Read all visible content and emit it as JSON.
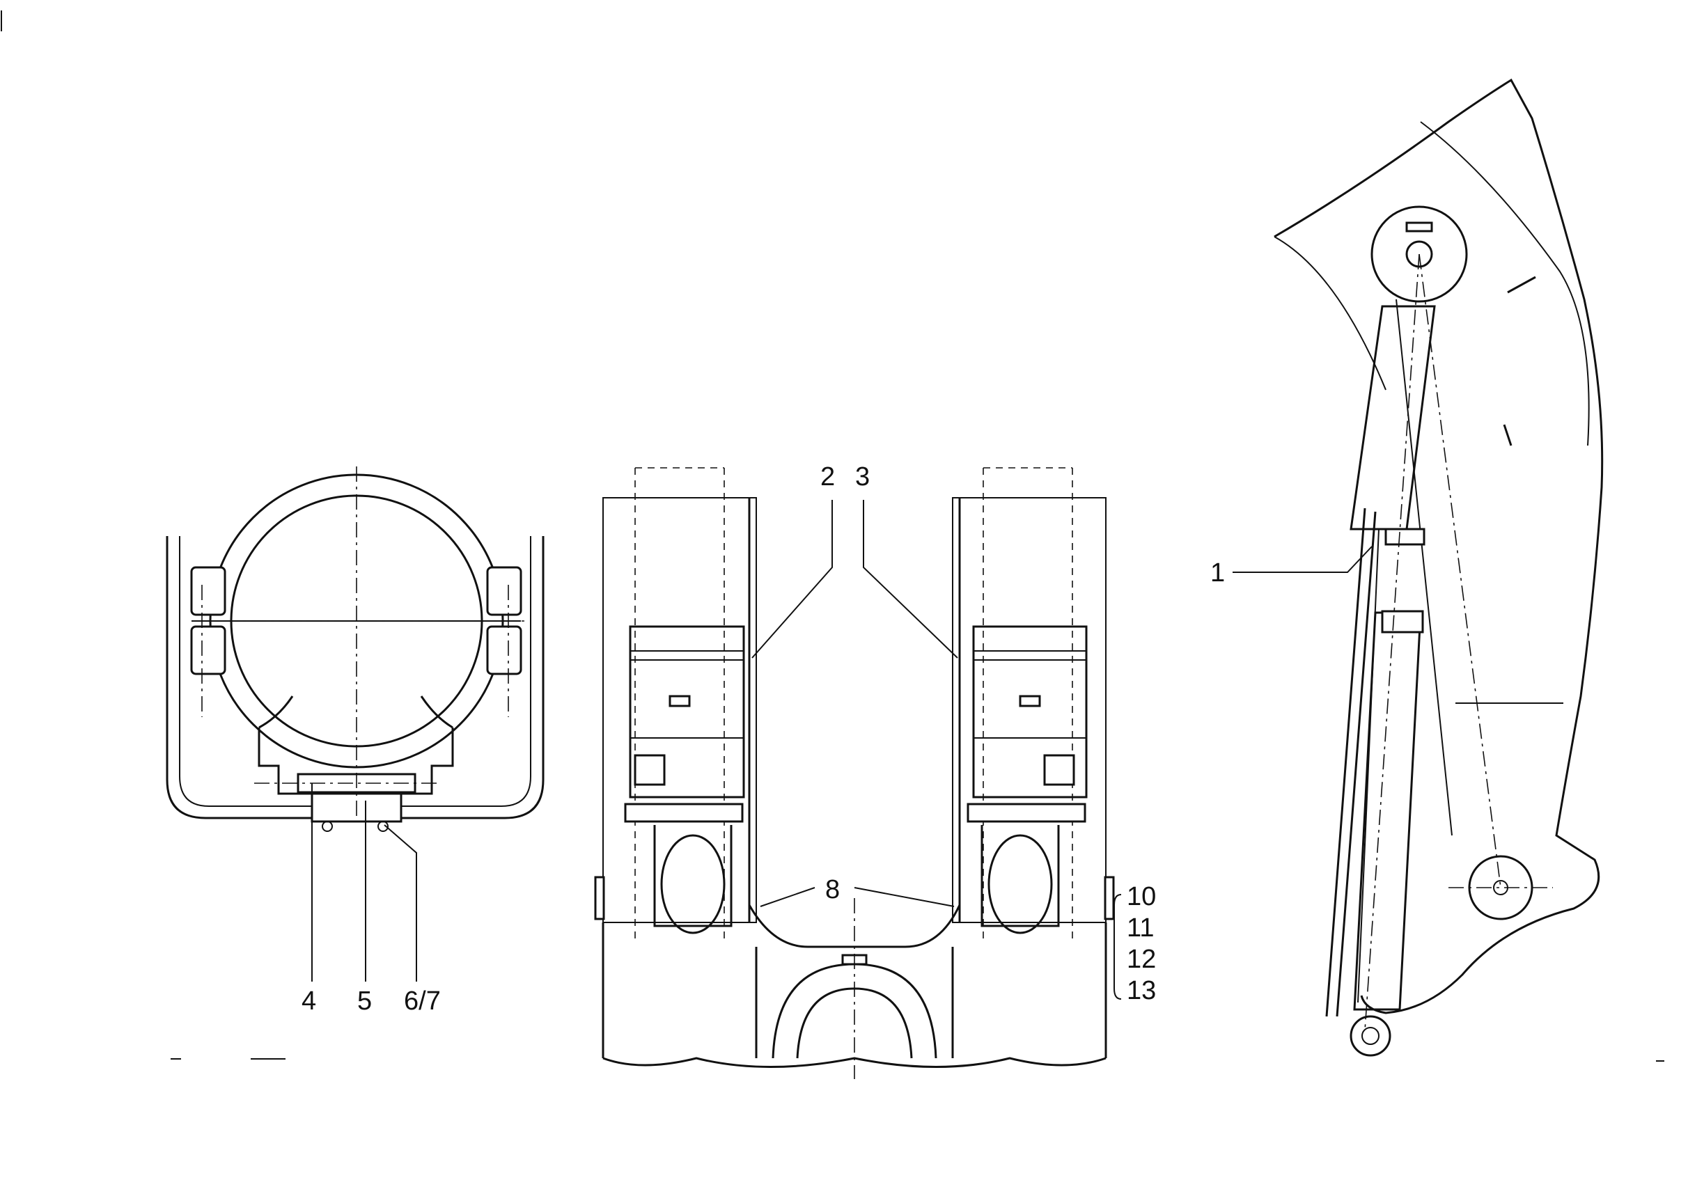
{
  "callouts": {
    "c1": "1",
    "c2": "2",
    "c3": "3",
    "c4": "4",
    "c5": "5",
    "c67": "6/7",
    "c8": "8",
    "c10": "10",
    "c11": "11",
    "c12": "12",
    "c13": "13"
  },
  "line_color": "#111111",
  "background_color": "#ffffff"
}
